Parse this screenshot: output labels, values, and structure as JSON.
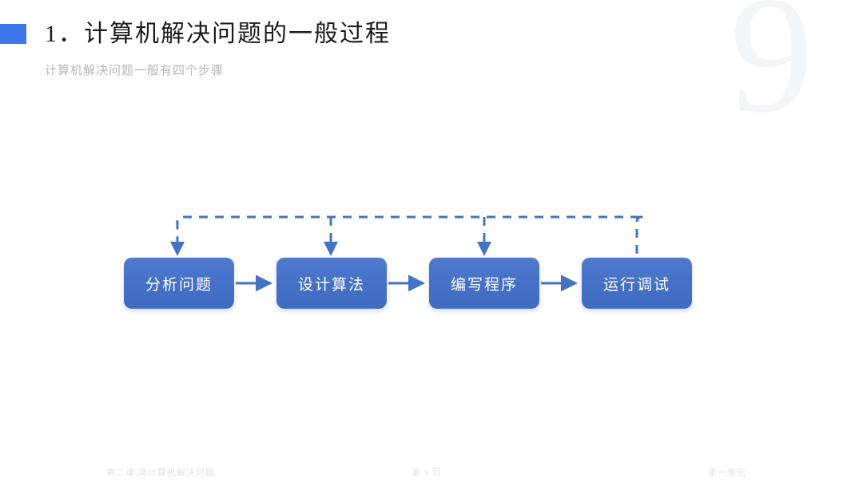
{
  "header": {
    "marker_color": "#3c76e8",
    "title": "1．计算机解决问题的一般过程",
    "subtitle": "计算机解决问题一般有四个步骤"
  },
  "watermark": {
    "page_number": "9",
    "color": "#f3f6f9"
  },
  "diagram": {
    "type": "flowchart",
    "accent_color": "#4472c4",
    "steps": [
      {
        "label": "分析问题"
      },
      {
        "label": "设计算法"
      },
      {
        "label": "编写程序"
      },
      {
        "label": "运行调试"
      }
    ],
    "forward_connectors": [
      {
        "from": "分析问题",
        "to": "设计算法",
        "style": "solid-arrow"
      },
      {
        "from": "设计算法",
        "to": "编写程序",
        "style": "solid-arrow"
      },
      {
        "from": "编写程序",
        "to": "运行调试",
        "style": "solid-arrow"
      }
    ],
    "feedback_connectors": [
      {
        "from": "运行调试",
        "to": "分析问题",
        "style": "dashed-arrow"
      },
      {
        "from": "运行调试",
        "to": "设计算法",
        "style": "dashed-arrow"
      },
      {
        "from": "运行调试",
        "to": "编写程序",
        "style": "dashed-arrow"
      }
    ]
  },
  "footer": {
    "left": "第二课 用计算机解决问题",
    "center": "第 9 页",
    "right": "第一单元"
  }
}
